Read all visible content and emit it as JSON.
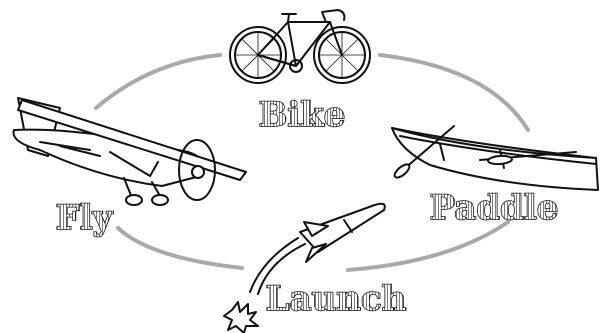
{
  "diagram": {
    "cycle_color": "#a9a9a9",
    "ink_color": "#111111",
    "nodes": [
      {
        "id": "bike",
        "label": "Bike",
        "icon": "bicycle-icon"
      },
      {
        "id": "paddle",
        "label": "Paddle",
        "icon": "canoe-icon"
      },
      {
        "id": "launch",
        "label": "Launch",
        "icon": "rocket-icon"
      },
      {
        "id": "fly",
        "label": "Fly",
        "icon": "airplane-icon"
      }
    ]
  }
}
